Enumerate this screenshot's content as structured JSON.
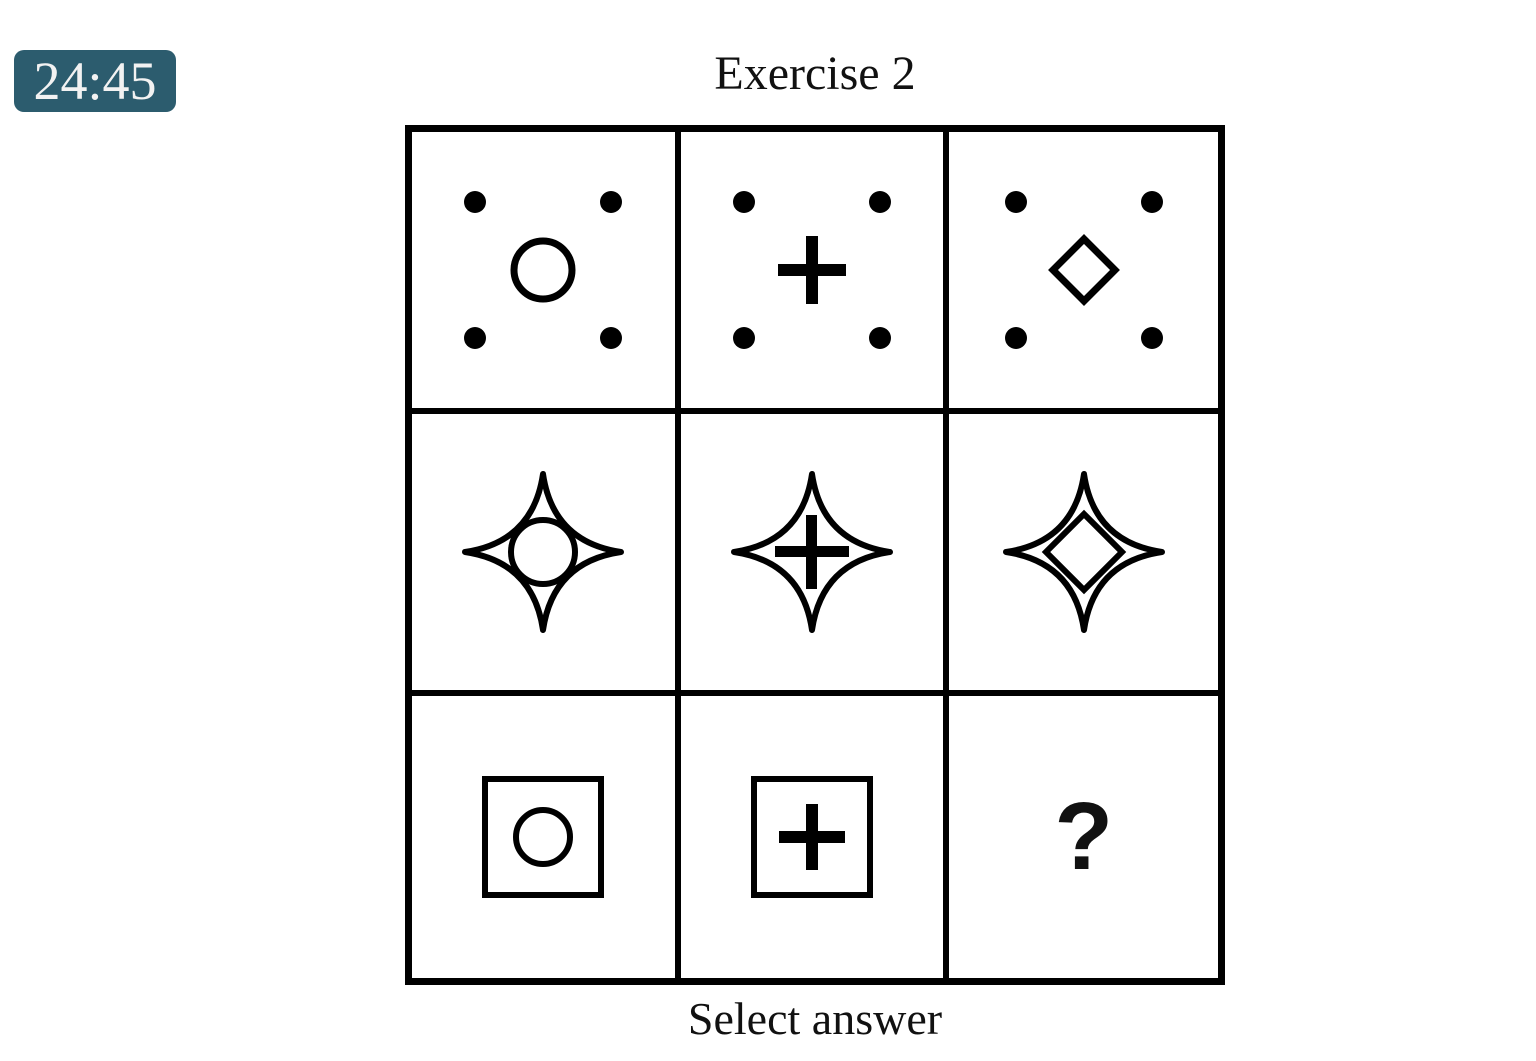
{
  "timer": {
    "value": "24:45",
    "background_color": "#2c5c6e",
    "text_color": "#f2f2f2"
  },
  "header": {
    "title": "Exercise 2"
  },
  "footer": {
    "label": "Select answer"
  },
  "matrix": {
    "rows": 3,
    "columns": 3,
    "line_color": "#000000",
    "background_color": "#ffffff",
    "cells": [
      {
        "id": "r1c1",
        "outer": "four-dots",
        "inner": "circle",
        "missing": false
      },
      {
        "id": "r1c2",
        "outer": "four-dots",
        "inner": "plus",
        "missing": false
      },
      {
        "id": "r1c3",
        "outer": "four-dots",
        "inner": "diamond",
        "missing": false
      },
      {
        "id": "r2c1",
        "outer": "star",
        "inner": "circle",
        "missing": false
      },
      {
        "id": "r2c2",
        "outer": "star",
        "inner": "plus",
        "missing": false
      },
      {
        "id": "r2c3",
        "outer": "star",
        "inner": "diamond",
        "missing": false
      },
      {
        "id": "r3c1",
        "outer": "square",
        "inner": "circle",
        "missing": false
      },
      {
        "id": "r3c2",
        "outer": "square",
        "inner": "plus",
        "missing": false
      },
      {
        "id": "r3c3",
        "outer": "none",
        "inner": "question-mark",
        "missing": true,
        "placeholder": "?"
      }
    ]
  }
}
